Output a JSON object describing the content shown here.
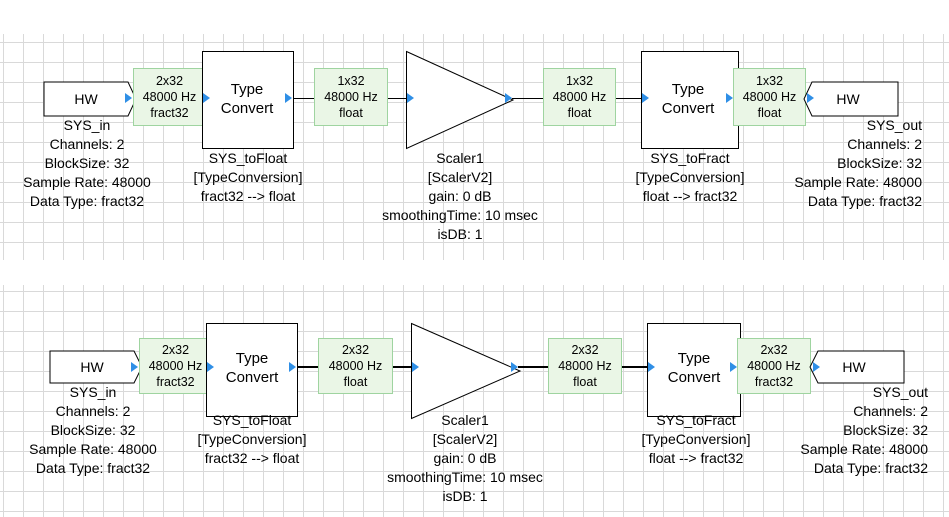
{
  "colors": {
    "grid": "#d9d9d9",
    "wire_label_fill": "#eaf6e6",
    "wire_label_border": "#9fd4a0",
    "port": "#2f8fe6"
  },
  "diagrams": [
    {
      "hw_in": {
        "label": "HW",
        "name": "SYS_in",
        "channels": "Channels: 2",
        "blocksize": "BlockSize: 32",
        "samplerate": "Sample Rate: 48000",
        "datatype": "Data Type: fract32"
      },
      "wire_in": {
        "size": "2x32",
        "rate": "48000 Hz",
        "type": "fract32"
      },
      "to_float": {
        "line1": "Type",
        "line2": "Convert",
        "name": "SYS_toFloat",
        "cls": "[TypeConversion]",
        "desc": "fract32 --> float"
      },
      "wire_mid1": {
        "size": "1x32",
        "rate": "48000 Hz",
        "type": "float"
      },
      "scaler": {
        "name": "Scaler1",
        "cls": "[ScalerV2]",
        "gain": "gain: 0 dB",
        "smoothing": "smoothingTime: 10 msec",
        "isdb": "isDB: 1"
      },
      "wire_mid2": {
        "size": "1x32",
        "rate": "48000 Hz",
        "type": "float"
      },
      "to_fract": {
        "line1": "Type",
        "line2": "Convert",
        "name": "SYS_toFract",
        "cls": "[TypeConversion]",
        "desc": "float --> fract32"
      },
      "wire_out": {
        "size": "1x32",
        "rate": "48000 Hz",
        "type": "float"
      },
      "hw_out": {
        "label": "HW",
        "name": "SYS_out",
        "channels": "Channels: 2",
        "blocksize": "BlockSize: 32",
        "samplerate": "Sample Rate: 48000",
        "datatype": "Data Type: fract32"
      }
    },
    {
      "hw_in": {
        "label": "HW",
        "name": "SYS_in",
        "channels": "Channels: 2",
        "blocksize": "BlockSize: 32",
        "samplerate": "Sample Rate: 48000",
        "datatype": "Data Type: fract32"
      },
      "wire_in": {
        "size": "2x32",
        "rate": "48000 Hz",
        "type": "fract32"
      },
      "to_float": {
        "line1": "Type",
        "line2": "Convert",
        "name": "SYS_toFloat",
        "cls": "[TypeConversion]",
        "desc": "fract32 --> float"
      },
      "wire_mid1": {
        "size": "2x32",
        "rate": "48000 Hz",
        "type": "float"
      },
      "scaler": {
        "name": "Scaler1",
        "cls": "[ScalerV2]",
        "gain": "gain: 0 dB",
        "smoothing": "smoothingTime: 10 msec",
        "isdb": "isDB: 1"
      },
      "wire_mid2": {
        "size": "2x32",
        "rate": "48000 Hz",
        "type": "float"
      },
      "to_fract": {
        "line1": "Type",
        "line2": "Convert",
        "name": "SYS_toFract",
        "cls": "[TypeConversion]",
        "desc": "float --> fract32"
      },
      "wire_out": {
        "size": "2x32",
        "rate": "48000 Hz",
        "type": "fract32"
      },
      "hw_out": {
        "label": "HW",
        "name": "SYS_out",
        "channels": "Channels: 2",
        "blocksize": "BlockSize: 32",
        "samplerate": "Sample Rate: 48000",
        "datatype": "Data Type: fract32"
      }
    }
  ]
}
